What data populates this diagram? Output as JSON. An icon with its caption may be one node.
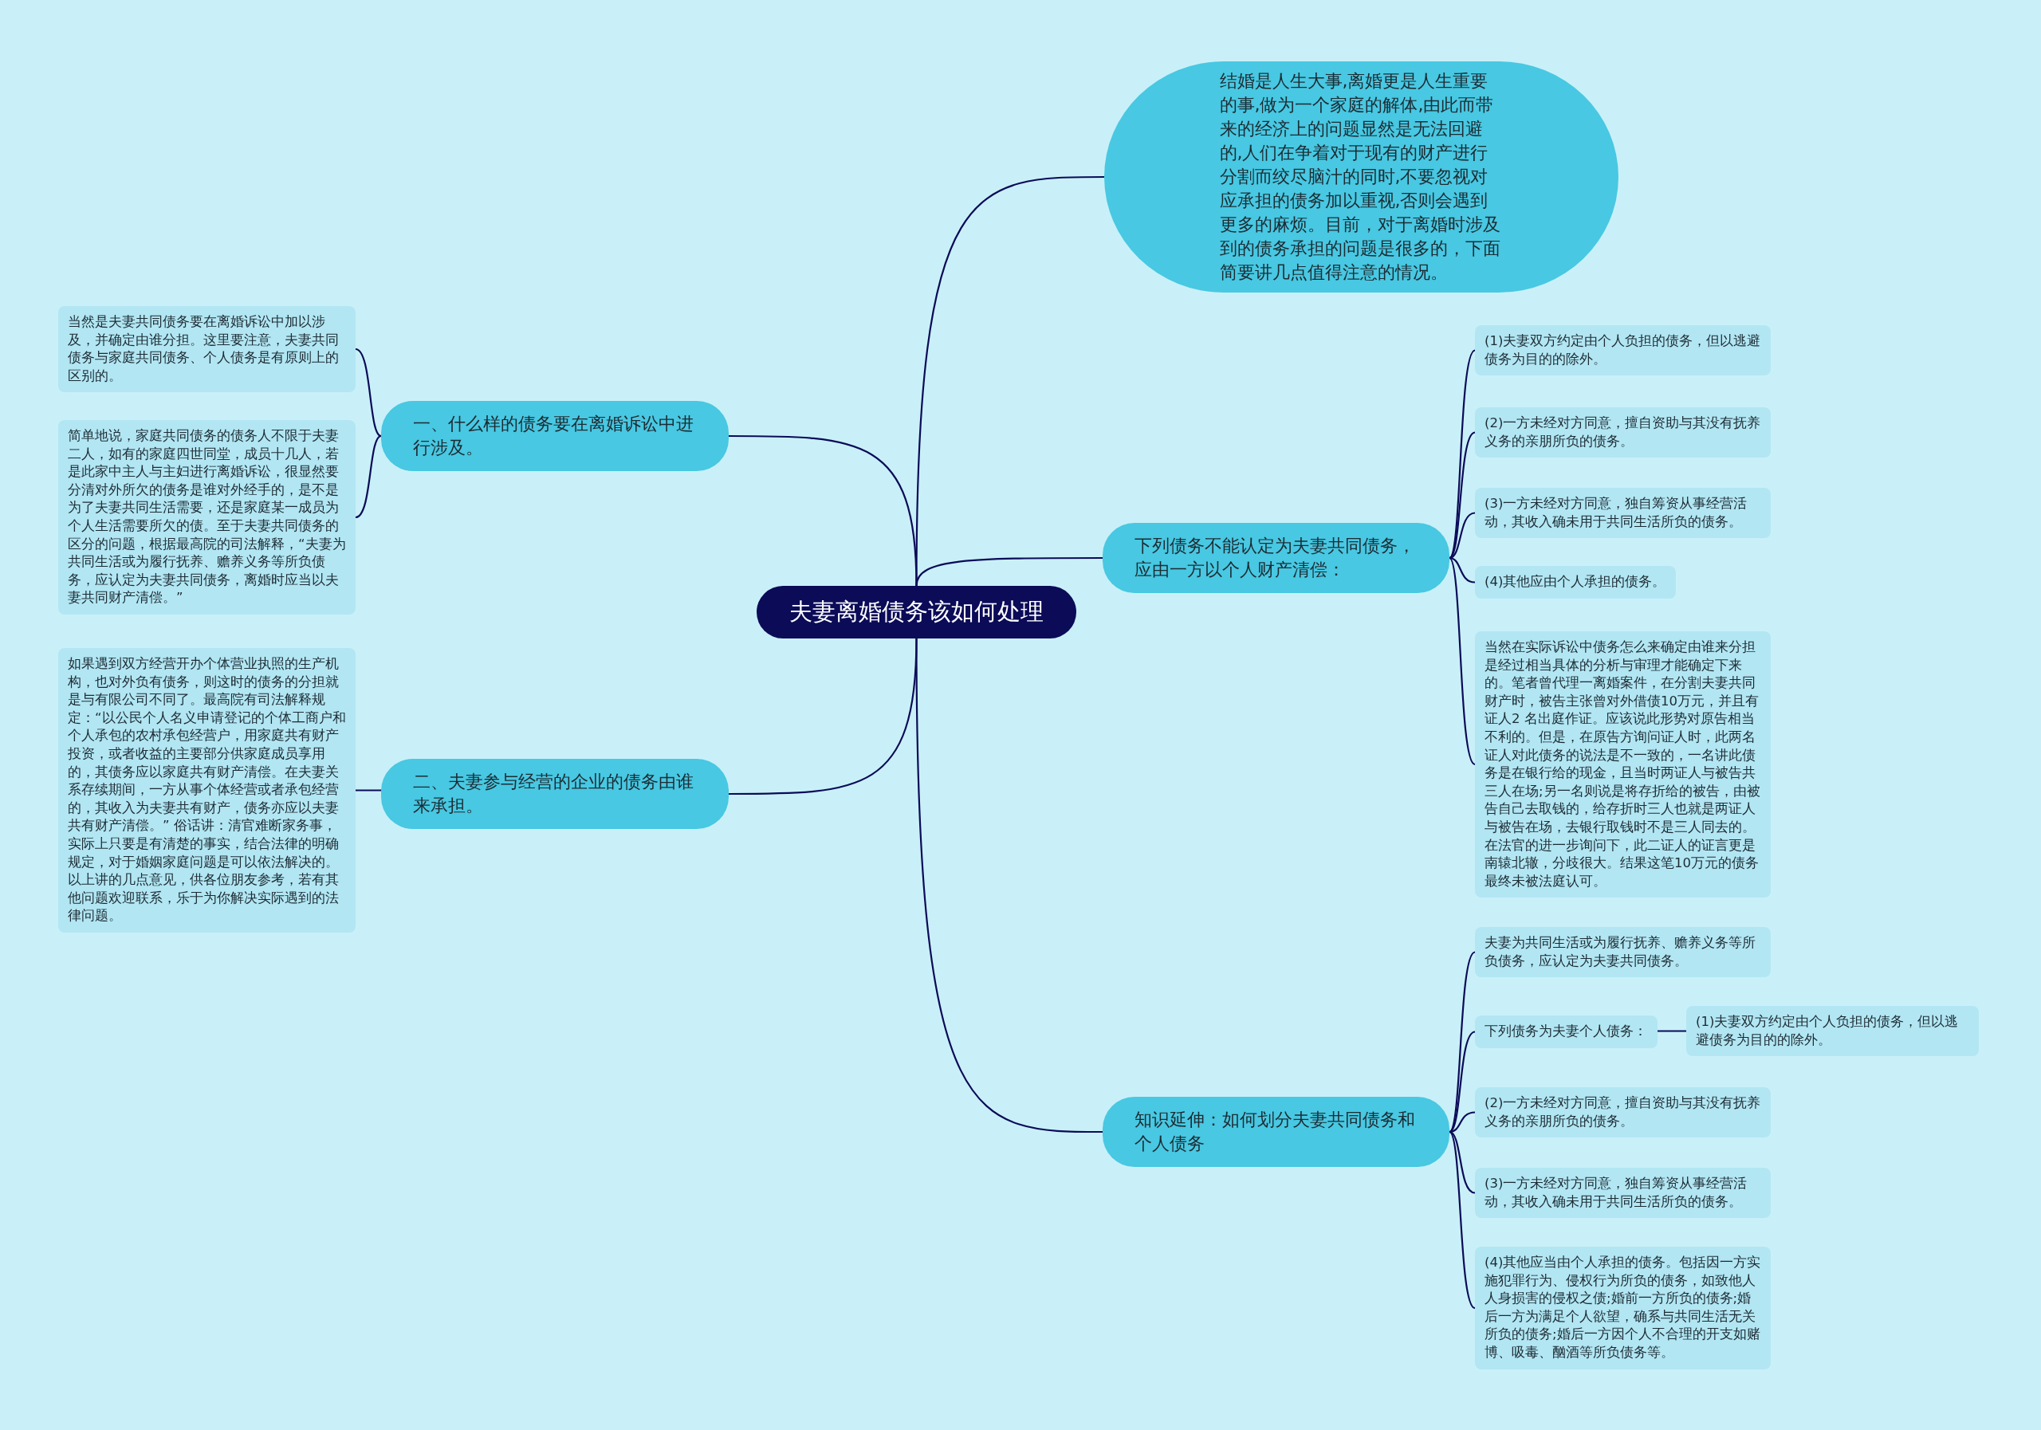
{
  "diagram": {
    "nodes": [
      {
        "text": [
          "夫妻离婚债务该如何处理"
        ]
      },
      {
        "text": [
          "结婚是人生大事,离婚更是人生重要的事,做为一个家庭的解体,由此而带来的经济上的问题显然是无法回避的,人们在争着对于现有的财产进行分割而绞尽脑汁的同时,不要忽视对应承担的债务加以重视,否则会遇到更多的麻烦。目前，对于离婚时涉及到的债务承担的问题是很多的，下面简要讲几点值得注意的情况。"
        ]
      },
      {
        "text": [
          "一、什么样的债务要在离婚诉讼中进行涉及。"
        ]
      },
      {
        "text": [
          "当然是夫妻共同债务要在离婚诉讼中加以涉及，并确定由谁分担。这里要注意，夫妻共同债务与家庭共同债务、个人债务是有原则上的区别的。"
        ]
      },
      {
        "text": [
          "简单地说，家庭共同债务的债务人不限于夫妻二人，如有的家庭四世同堂，成员十几人，若是此家中主人与主妇进行离婚诉讼，很显然要分清对外所欠的债务是谁对外经手的，是不是为了夫妻共同生活需要，还是家庭某一成员为个人生活需要所欠的债。至于夫妻共同债务的区分的问题，根据最高院的司法解释，“夫妻为共同生活或为履行抚养、赡养义务等所负债务，应认定为夫妻共同债务，离婚时应当以夫妻共同财产清偿。”"
        ]
      },
      {
        "text": [
          "二、夫妻参与经营的企业的债务由谁来承担。"
        ]
      },
      {
        "text": [
          "如果遇到双方经营开办个体营业执照的生产机构，也对外负有债务，则这时的债务的分担就是与有限公司不同了。最高院有司法解释规定：“以公民个人名义申请登记的个体工商户和个人承包的农村承包经营户，用家庭共有财产投资，或者收益的主要部分供家庭成员享用的，其债务应以家庭共有财产清偿。在夫妻关系存续期间，一方从事个体经营或者承包经营的，其收入为夫妻共有财产，债务亦应以夫妻共有财产清偿。” 俗话讲：清官难断家务事，实际上只要是有清楚的事实，结合法律的明确规定，对于婚姻家庭问题是可以依法解决的。以上讲的几点意见，供各位朋友参考，若有其他问题欢迎联系，乐于为你解决实际遇到的法律问题。"
        ]
      },
      {
        "text": [
          "下列债务不能认定为夫妻共同债务，应由一方以个人财产清偿："
        ]
      },
      {
        "text": [
          "(1)夫妻双方约定由个人负担的债务，但以逃避债务为目的的除外。"
        ]
      },
      {
        "text": [
          "(2)一方未经对方同意，擅自资助与其没有抚养义务的亲朋所负的债务。"
        ]
      },
      {
        "text": [
          "(3)一方未经对方同意，独自筹资从事经营活动，其收入确未用于共同生活所负的债务。"
        ]
      },
      {
        "text": [
          "(4)其他应由个人承担的债务。"
        ]
      },
      {
        "text": [
          "当然在实际诉讼中债务怎么来确定由谁来分担是经过相当具体的分析与审理才能确定下来的。笔者曾代理一离婚案件，在分割夫妻共同财产时，被告主张曾对外借债10万元，并且有证人2 名出庭作证。应该说此形势对原告相当不利的。但是，在原告方询问证人时，此两名证人对此债务的说法是不一致的，一名讲此债务是在银行给的现金，且当时两证人与被告共三人在场;另一名则说是将存折给的被告，由被告自己去取钱的，给存折时三人也就是两证人与被告在场，去银行取钱时不是三人同去的。在法官的进一步询问下，此二证人的证言更是南辕北辙，分歧很大。结果这笔10万元的债务最终未被法庭认可。"
        ]
      },
      {
        "text": [
          "知识延伸：如何划分夫妻共同债务和个人债务"
        ]
      },
      {
        "text": [
          "夫妻为共同生活或为履行抚养、赡养义务等所负债务，应认定为夫妻共同债务。"
        ]
      },
      {
        "text": [
          "下列债务为夫妻个人债务："
        ]
      },
      {
        "text": [
          "(1)夫妻双方约定由个人负担的债务，但以逃避债务为目的的除外。"
        ]
      },
      {
        "text": [
          "(2)一方未经对方同意，擅自资助与其没有抚养义务的亲朋所负的债务。"
        ]
      },
      {
        "text": [
          "(3)一方未经对方同意，独自筹资从事经营活动，其收入确未用于共同生活所负的债务。"
        ]
      },
      {
        "text": [
          "(4)其他应当由个人承担的债务。包括因一方实施犯罪行为、侵权行为所负的债务，如致他人人身损害的侵权之债;婚前一方所负的债务;婚后一方为满足个人欲望，确系与共同生活无关所负的债务;婚后一方因个人不合理的开支如赌博、吸毒、酗酒等所负债务等。"
        ]
      }
    ],
    "edges": [
      {
        "from": 0,
        "to": 1,
        "arrow": "none"
      },
      {
        "from": 0,
        "to": 2,
        "arrow": "none"
      },
      {
        "from": 0,
        "to": 5,
        "arrow": "none"
      },
      {
        "from": 0,
        "to": 7,
        "arrow": "none"
      },
      {
        "from": 0,
        "to": 13,
        "arrow": "none"
      },
      {
        "from": 2,
        "to": 3,
        "arrow": "none"
      },
      {
        "from": 2,
        "to": 4,
        "arrow": "none"
      },
      {
        "from": 5,
        "to": 6,
        "arrow": "none"
      },
      {
        "from": 7,
        "to": 8,
        "arrow": "none"
      },
      {
        "from": 7,
        "to": 9,
        "arrow": "none"
      },
      {
        "from": 7,
        "to": 10,
        "arrow": "none"
      },
      {
        "from": 7,
        "to": 11,
        "arrow": "none"
      },
      {
        "from": 7,
        "to": 12,
        "arrow": "none"
      },
      {
        "from": 13,
        "to": 14,
        "arrow": "none"
      },
      {
        "from": 13,
        "to": 15,
        "arrow": "none"
      },
      {
        "from": 13,
        "to": 17,
        "arrow": "none"
      },
      {
        "from": 13,
        "to": 18,
        "arrow": "none"
      },
      {
        "from": 13,
        "to": 19,
        "arrow": "none"
      },
      {
        "from": 15,
        "to": 16,
        "arrow": "none"
      }
    ]
  }
}
